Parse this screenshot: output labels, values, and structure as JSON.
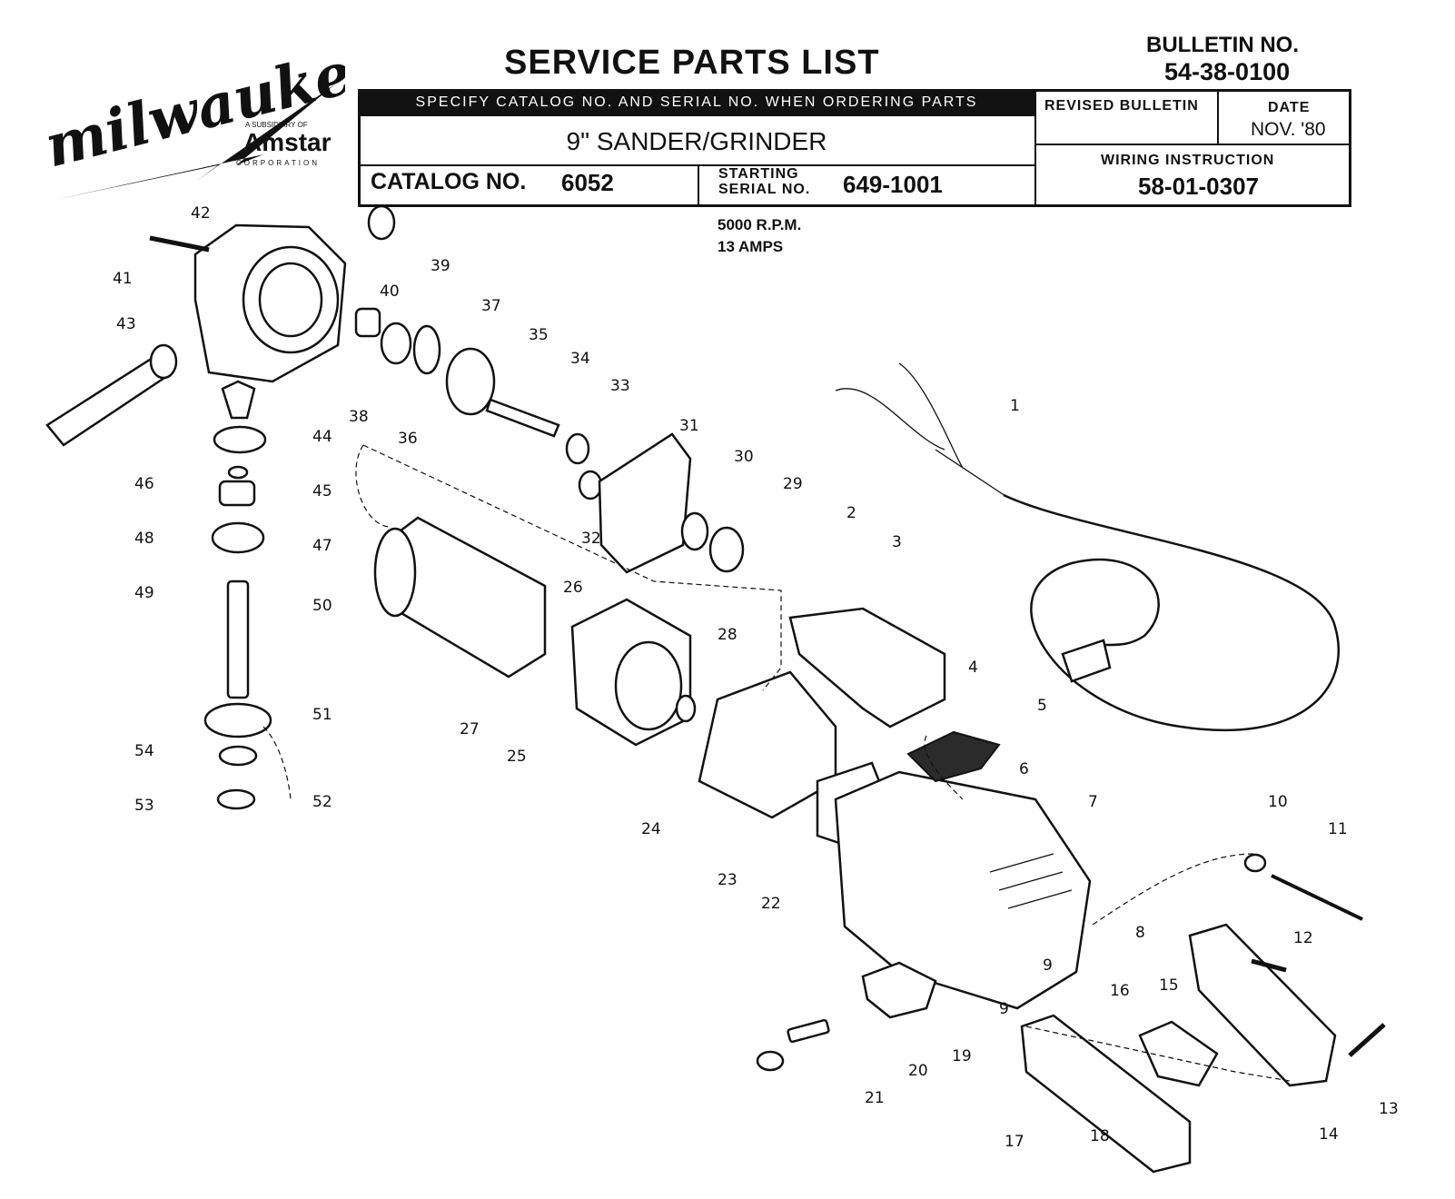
{
  "header": {
    "title": "SERVICE PARTS LIST",
    "bulletin_label": "BULLETIN NO.",
    "bulletin_number": "54-38-0100",
    "specify_notice": "SPECIFY CATALOG NO. AND SERIAL NO. WHEN ORDERING PARTS",
    "product_name": "9\" SANDER/GRINDER",
    "catalog_label": "CATALOG NO.",
    "catalog_number": "6052",
    "starting_serial_label_1": "STARTING",
    "starting_serial_label_2": "SERIAL NO.",
    "starting_serial_number": "649-1001",
    "revised_bulletin_label": "REVISED BULLETIN",
    "date_label": "DATE",
    "date_value": "NOV. '80",
    "wiring_label": "WIRING INSTRUCTION",
    "wiring_number": "58-01-0307"
  },
  "logo": {
    "brand": "milwaukee",
    "subsidiary_text": "A SUBSIDIARY OF",
    "parent": "Amstar",
    "parent_sub": "CORPORATION"
  },
  "specs": {
    "rpm": "5000 R.P.M.",
    "amps": "13 AMPS"
  },
  "callouts": [
    "1",
    "2",
    "3",
    "4",
    "5",
    "6",
    "7",
    "8",
    "9",
    "9",
    "10",
    "11",
    "12",
    "13",
    "14",
    "15",
    "16",
    "17",
    "18",
    "19",
    "20",
    "21",
    "22",
    "23",
    "24",
    "25",
    "26",
    "27",
    "28",
    "29",
    "30",
    "31",
    "32",
    "33",
    "34",
    "35",
    "36",
    "37",
    "38",
    "39",
    "40",
    "41",
    "42",
    "43",
    "44",
    "45",
    "46",
    "47",
    "48",
    "49",
    "50",
    "51",
    "52",
    "53",
    "54"
  ]
}
